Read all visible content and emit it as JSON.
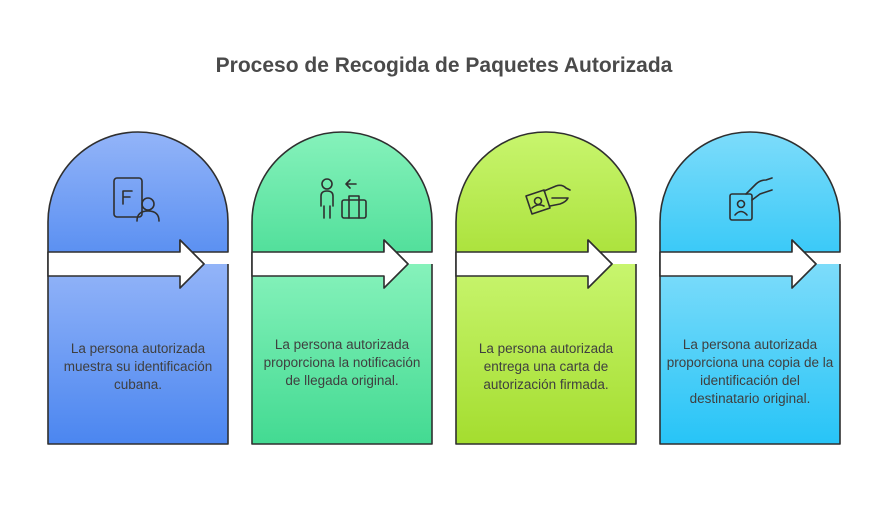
{
  "title": "Proceso de Recogida de Paquetes Autorizada",
  "steps": [
    {
      "text": "La persona autorizada muestra su identificación cubana.",
      "icon": "id-card-person-icon",
      "color_top": "#93B4F8",
      "color_bottom": "#4B86F0"
    },
    {
      "text": "La persona autorizada proporciona la notificación de llegada original.",
      "icon": "person-luggage-icon",
      "color_top": "#86F2BB",
      "color_bottom": "#43DA92"
    },
    {
      "text": "La persona autorizada entrega una carta de autorización firmada.",
      "icon": "hand-card-icon",
      "color_top": "#C8F56E",
      "color_bottom": "#A4DD2F"
    },
    {
      "text": "La persona autorizada proporciona una copia de la identificación del destinatario original.",
      "icon": "hand-id-card-icon",
      "color_top": "#7DDCFA",
      "color_bottom": "#27C4F7"
    }
  ]
}
